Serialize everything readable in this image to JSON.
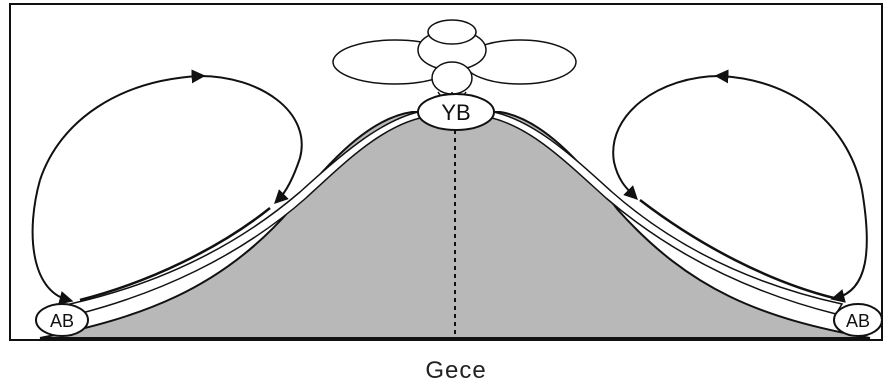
{
  "diagram": {
    "caption": "Gece",
    "summit_label": "YB",
    "left_base_label": "AB",
    "right_base_label": "AB"
  },
  "colors": {
    "mountain_fill": "#b8b8b8",
    "line": "#111111",
    "background": "#ffffff"
  },
  "icons": {
    "summit_cloud": "cloud-icon",
    "circulation_arrow": "arrow-icon"
  }
}
